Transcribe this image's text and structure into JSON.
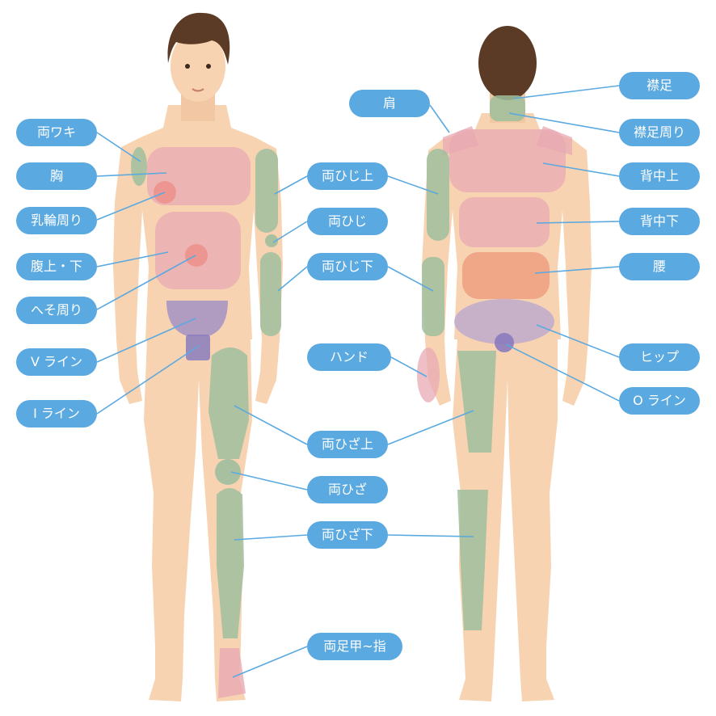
{
  "colors": {
    "label_bg": "#5aa9e0",
    "label_text": "#ffffff",
    "leader_line": "#5aa9e0",
    "skin": "#f7d3b2",
    "skin_shade": "#efc29d",
    "hair": "#5b3a26",
    "zone_pink": "#e8a9b3",
    "zone_green": "#9fbe9c",
    "zone_purple": "#9e8ec3",
    "zone_orange": "#ef9f7f",
    "zone_red": "#ee8b86"
  },
  "front_labels": {
    "armpit": "両ワキ",
    "chest": "胸",
    "areola": "乳輪周り",
    "abdomen": "腹上・下",
    "navel": "へそ周り",
    "v_line": "V ライン",
    "i_line": "I ライン"
  },
  "center_labels": {
    "upper_arm": "両ひじ上",
    "elbow": "両ひじ",
    "forearm": "両ひじ下",
    "hand": "ハンド",
    "thigh": "両ひざ上",
    "knee": "両ひざ",
    "lower_leg": "両ひざ下",
    "foot": "両足甲~指"
  },
  "back_labels": {
    "shoulder": "肩",
    "nape": "襟足",
    "around_nape": "襟足周り",
    "upper_back": "背中上",
    "lower_back": "背中下",
    "waist": "腰",
    "hip": "ヒップ",
    "o_line": "O ライン"
  }
}
